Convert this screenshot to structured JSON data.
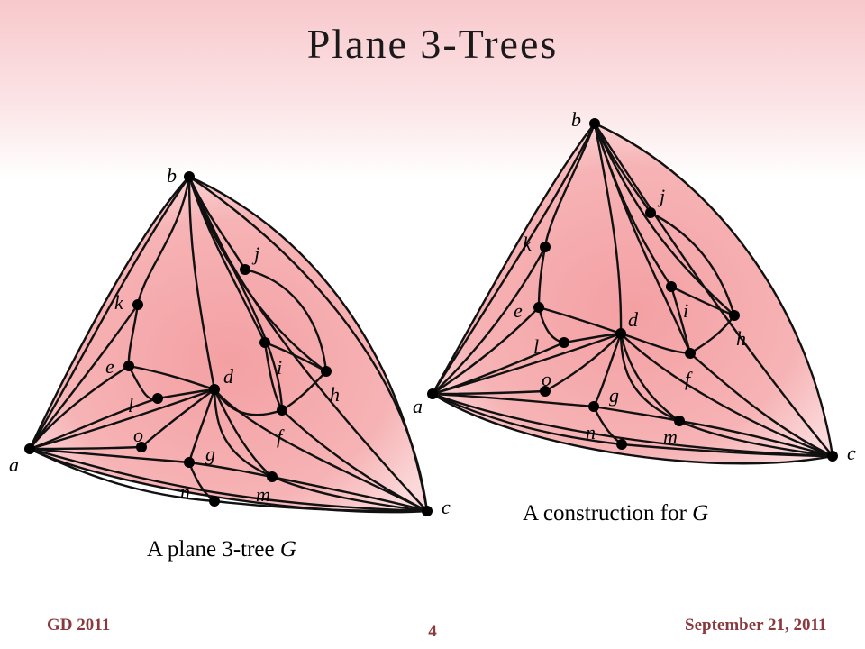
{
  "title": "Plane 3-Trees",
  "left_caption": {
    "text": "A plane 3-tree ",
    "var": "G"
  },
  "right_caption": {
    "text": "A construction  for ",
    "var": "G"
  },
  "footer": {
    "left": "GD 2011",
    "center": "4",
    "right": "September 21, 2011"
  },
  "colors": {
    "face": "#f4a6a9",
    "edge": "#111111",
    "footer": "#8a3a3e"
  },
  "vertex_labels": [
    "a",
    "b",
    "c",
    "d",
    "e",
    "f",
    "g",
    "h",
    "i",
    "j",
    "k",
    "l",
    "m",
    "n",
    "o"
  ]
}
